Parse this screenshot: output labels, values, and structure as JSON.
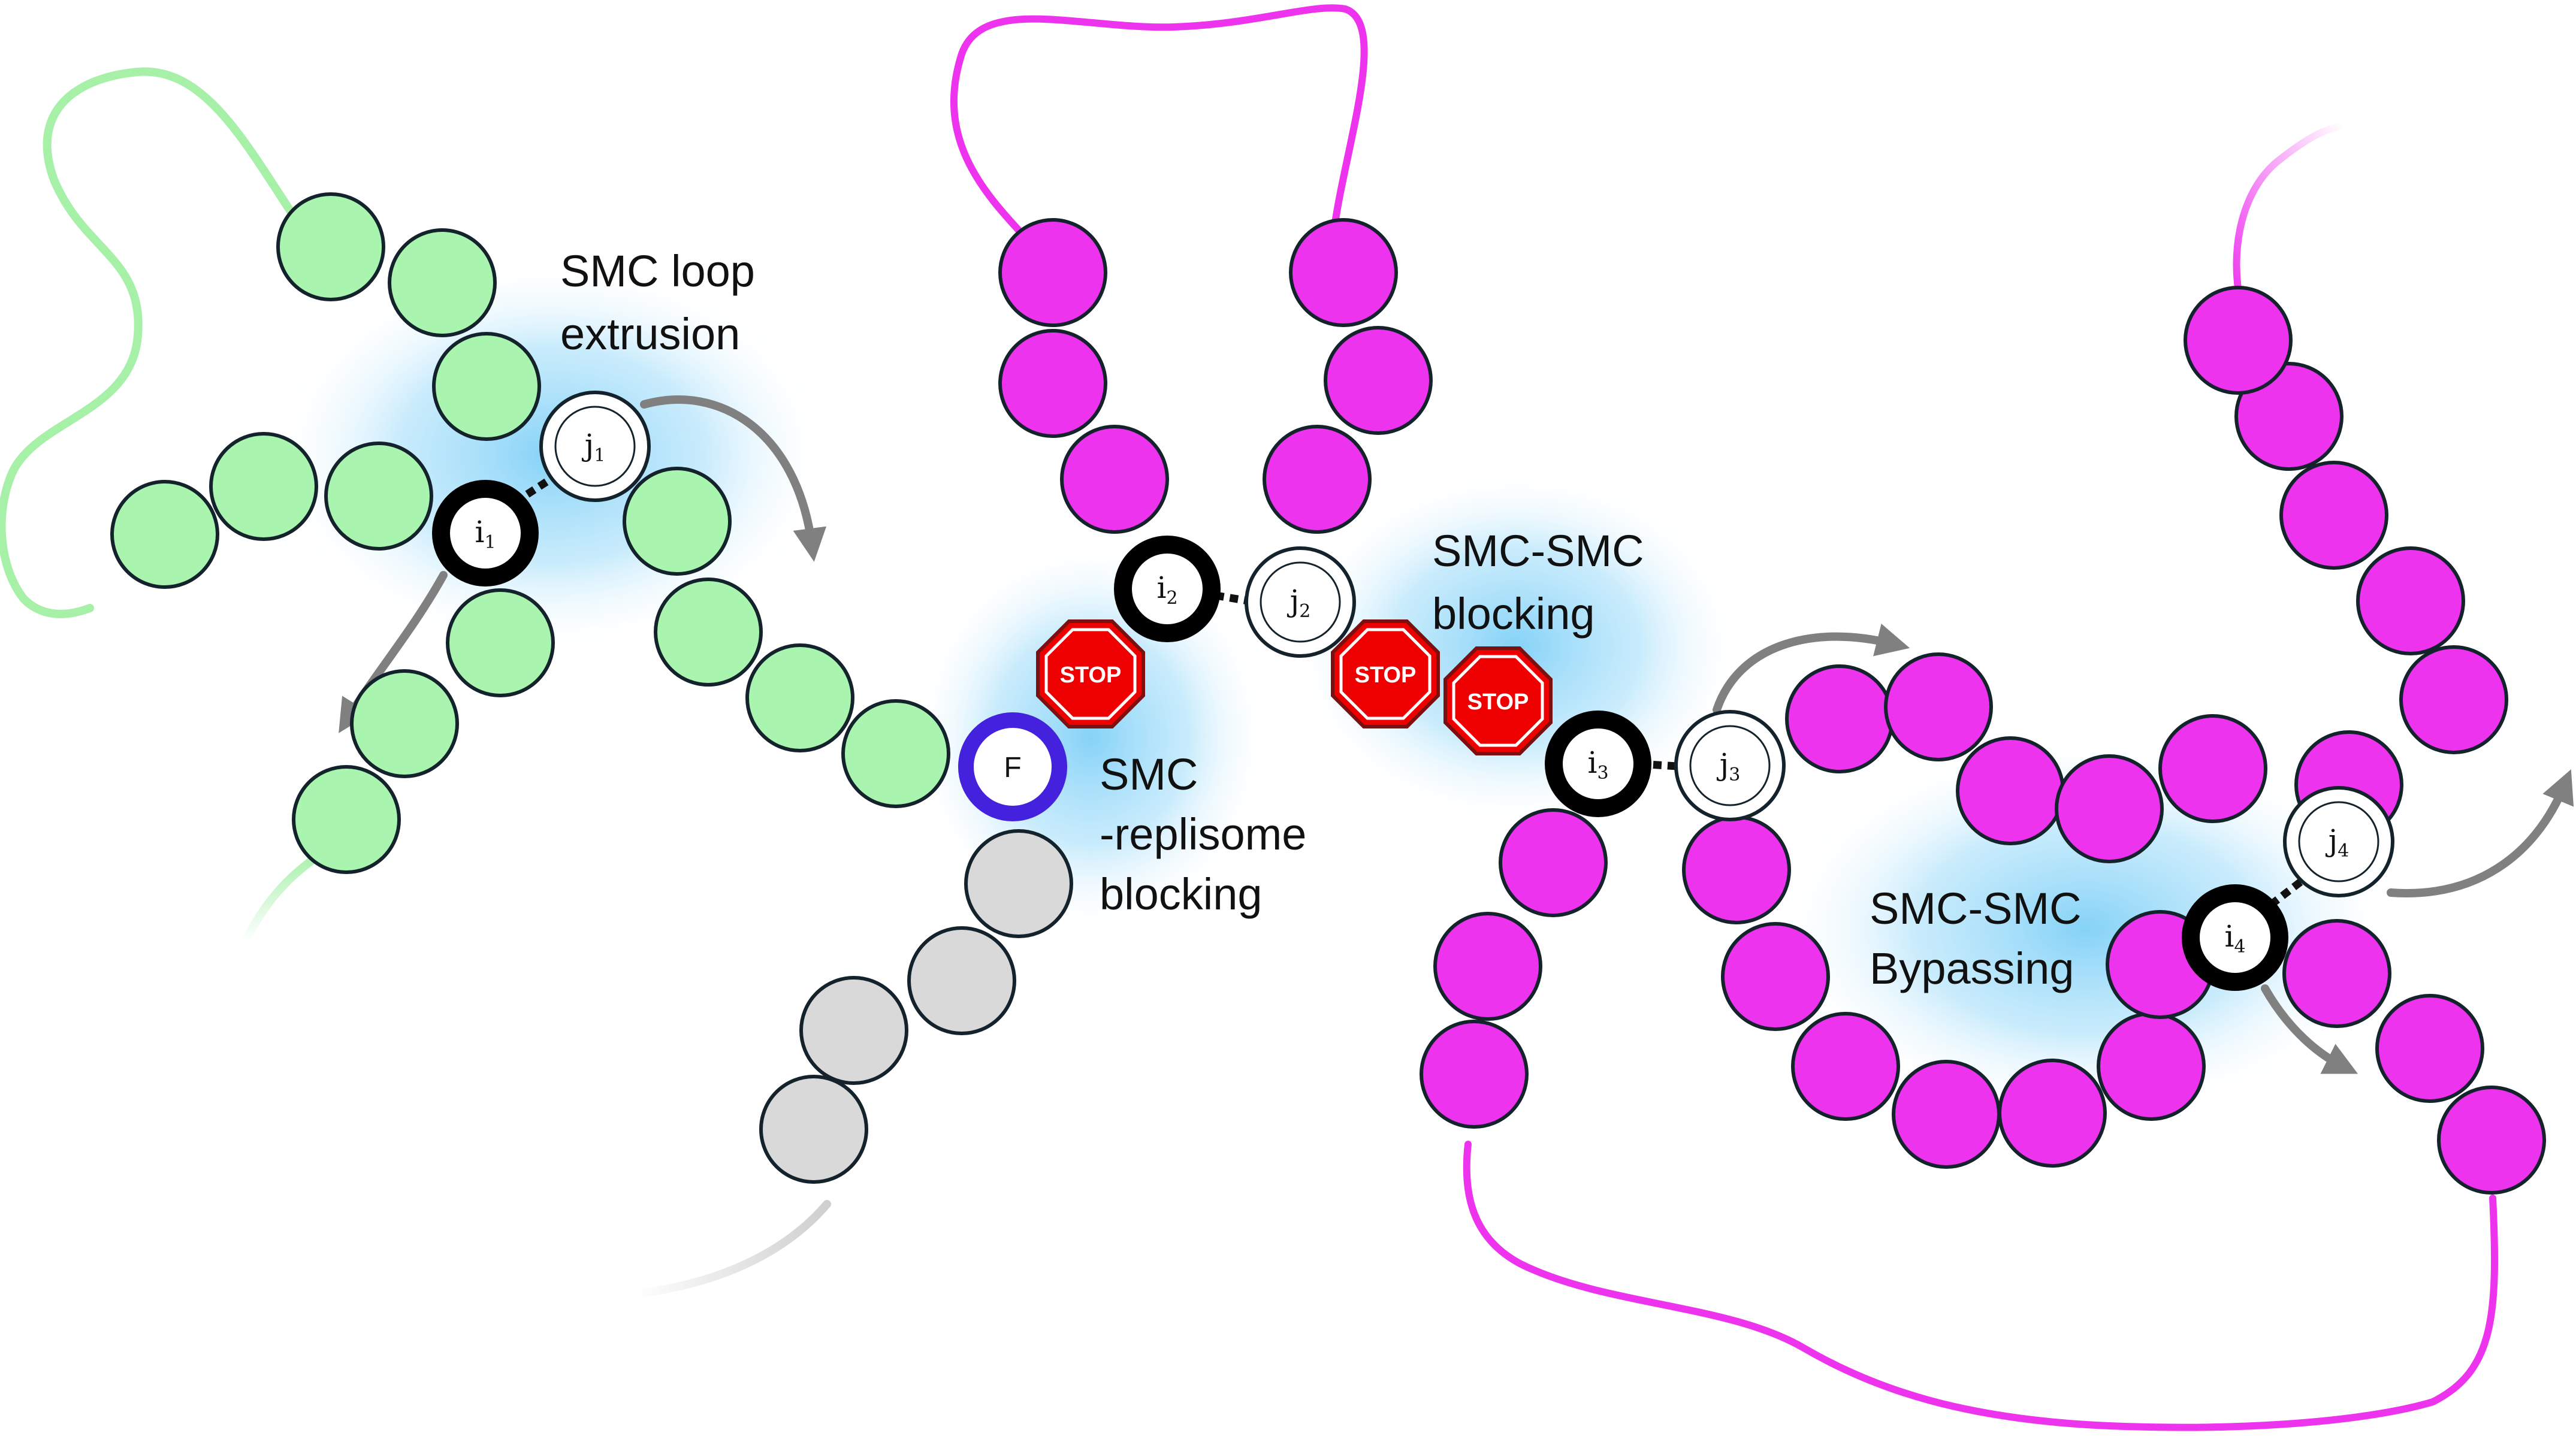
{
  "labels": {
    "loop_extrusion": [
      "SMC loop",
      "extrusion"
    ],
    "replisome_blocking": [
      "SMC",
      "-replisome",
      "blocking"
    ],
    "smc_blocking": [
      "SMC-SMC",
      "blocking"
    ],
    "bypassing": [
      "SMC-SMC",
      "Bypassing"
    ]
  },
  "nodes": {
    "i1": {
      "base": "i",
      "sub": "1"
    },
    "j1": {
      "base": "j",
      "sub": "1"
    },
    "i2": {
      "base": "i",
      "sub": "2"
    },
    "j2": {
      "base": "j",
      "sub": "2"
    },
    "i3": {
      "base": "i",
      "sub": "3"
    },
    "j3": {
      "base": "j",
      "sub": "3"
    },
    "i4": {
      "base": "i",
      "sub": "4"
    },
    "j4": {
      "base": "j",
      "sub": "4"
    }
  },
  "fork_label": "F",
  "stop_label": "STOP",
  "colors": {
    "green_fill": "#a9f5b0",
    "green_line": "#a6f0a8",
    "magenta_fill": "#ee33ee",
    "magenta_line": "#ee33ee",
    "gray_fill": "#d9d9d9",
    "gray_line": "#cfcfcf",
    "bead_stroke": "#13222b",
    "stop_red": "#ee0000",
    "fork_blue": "#4422dd",
    "arrow_gray": "#808080",
    "glow_blue": "#7fd0f7"
  }
}
